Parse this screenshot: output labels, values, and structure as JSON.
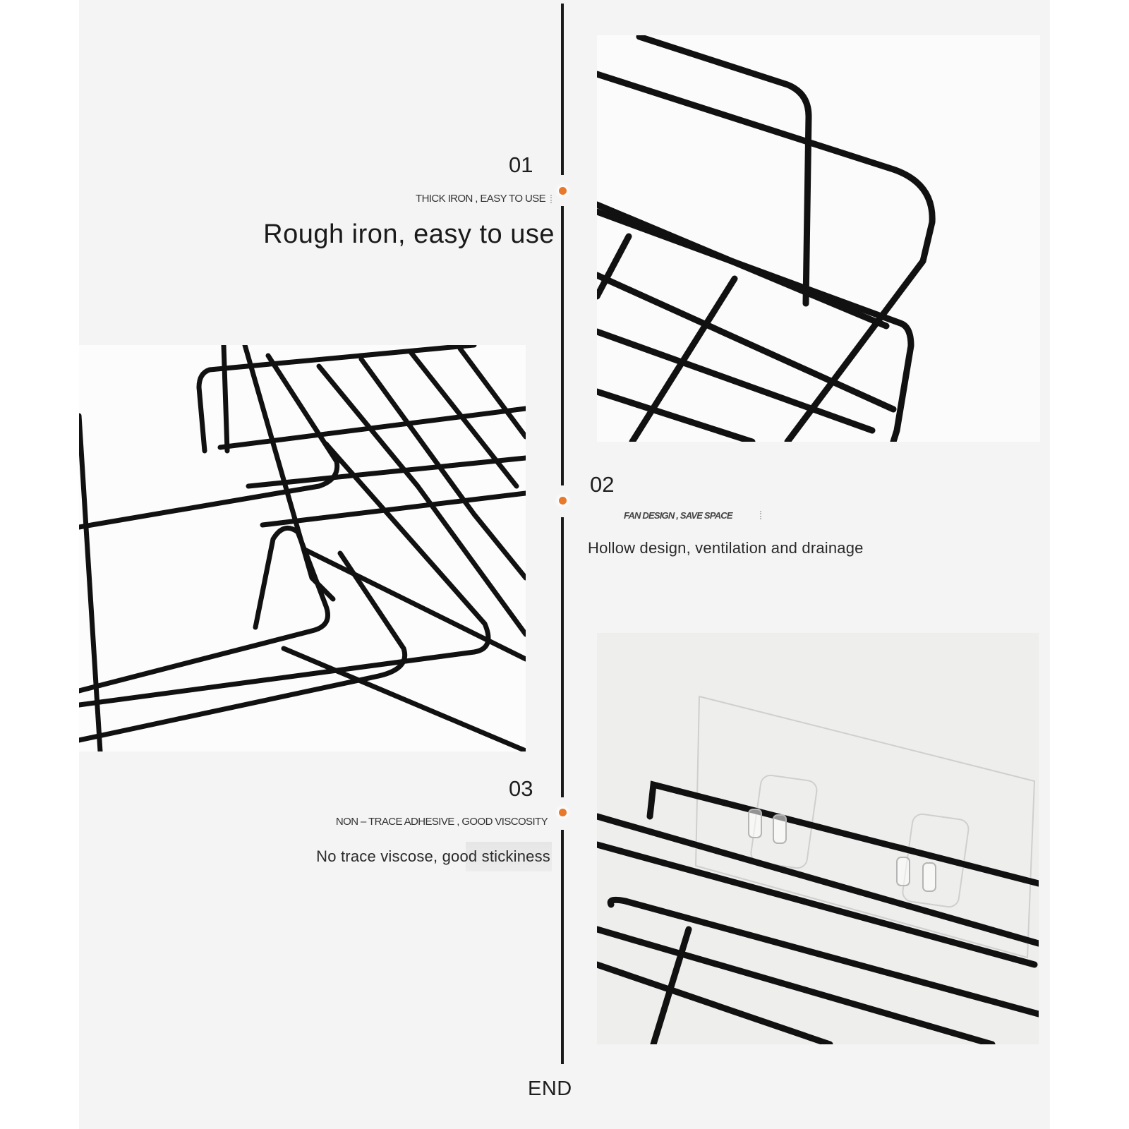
{
  "features": [
    {
      "number": "01",
      "subtitle": "THICK IRON , EASY TO USE",
      "headline": "Rough iron, easy to use"
    },
    {
      "number": "02",
      "subtitle": "FAN DESIGN , SAVE SPACE",
      "headline": "Hollow design, ventilation and drainage"
    },
    {
      "number": "03",
      "subtitle": "NON – TRACE ADHESIVE , GOOD VISCOSITY",
      "headline": "No trace viscose, good stickiness"
    }
  ],
  "end_label": "END",
  "colors": {
    "accent_dot": "#e8782a",
    "timeline": "#1a1a1a",
    "panel_bg": "#f4f4f4",
    "page_bg": "#ffffff"
  },
  "photos": [
    {
      "id": "wire-basket-corner-top",
      "description": "black wire shelf basket corner close-up"
    },
    {
      "id": "wire-basket-side-left",
      "description": "black wire shelf basket hollow grid side view"
    },
    {
      "id": "wire-basket-adhesive-hooks",
      "description": "black wire shelf mounted on clear adhesive hooks"
    }
  ]
}
